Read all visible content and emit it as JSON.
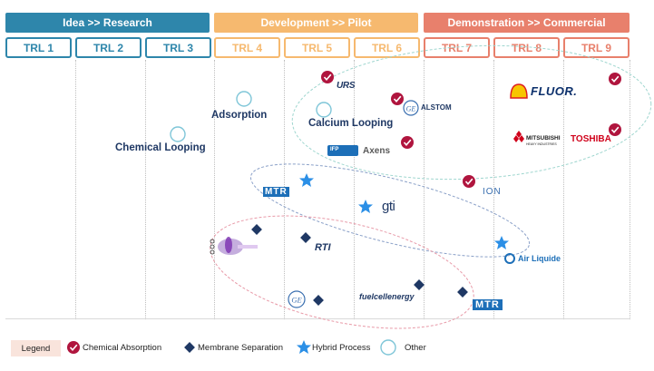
{
  "phases": [
    {
      "label": "Idea >> Research",
      "color": "#2e86ab"
    },
    {
      "label": "Development >> Pilot",
      "color": "#f6b96f"
    },
    {
      "label": "Demonstration >> Commercial",
      "color": "#e8806c"
    }
  ],
  "trl": [
    {
      "label": "TRL 1",
      "color": "#2e86ab"
    },
    {
      "label": "TRL 2",
      "color": "#2e86ab"
    },
    {
      "label": "TRL 3",
      "color": "#2e86ab"
    },
    {
      "label": "TRL 4",
      "color": "#f6b96f"
    },
    {
      "label": "TRL 5",
      "color": "#f6b96f"
    },
    {
      "label": "TRL 6",
      "color": "#f6b96f"
    },
    {
      "label": "TRL 7",
      "color": "#e8806c"
    },
    {
      "label": "TRL 8",
      "color": "#e8806c"
    },
    {
      "label": "TRL 9",
      "color": "#e8806c"
    }
  ],
  "technologies": [
    {
      "label": "Chemical Looping",
      "type": "other"
    },
    {
      "label": "Adsorption",
      "type": "other"
    },
    {
      "label": "Calcium Looping",
      "type": "other"
    }
  ],
  "companies": {
    "urs": "URS",
    "alstom": "ALSTOM",
    "axens": "Axens",
    "fluor": "FLUOR.",
    "mhi": "MITSUBISHI",
    "mhi_sub": "HEAVY INDUSTRIES",
    "toshiba": "TOSHIBA",
    "ion": "ION",
    "mtr": "MTR",
    "gti": "gti",
    "rti": "RTI",
    "air_liquide": "Air Liquide",
    "fuelcell": "fuelcellenergy",
    "ifp": "IFP",
    "ge": "GE"
  },
  "legend": {
    "title": "Legend",
    "items": [
      {
        "label": "Chemical Absorption",
        "symbol": "check-circle",
        "color": "#b0153e"
      },
      {
        "label": "Membrane Separation",
        "symbol": "diamond",
        "color": "#1f3864"
      },
      {
        "label": "Hybrid Process",
        "symbol": "star",
        "color": "#2b8fe6"
      },
      {
        "label": "Other",
        "symbol": "circle",
        "color": "#7fc6d8"
      }
    ]
  }
}
